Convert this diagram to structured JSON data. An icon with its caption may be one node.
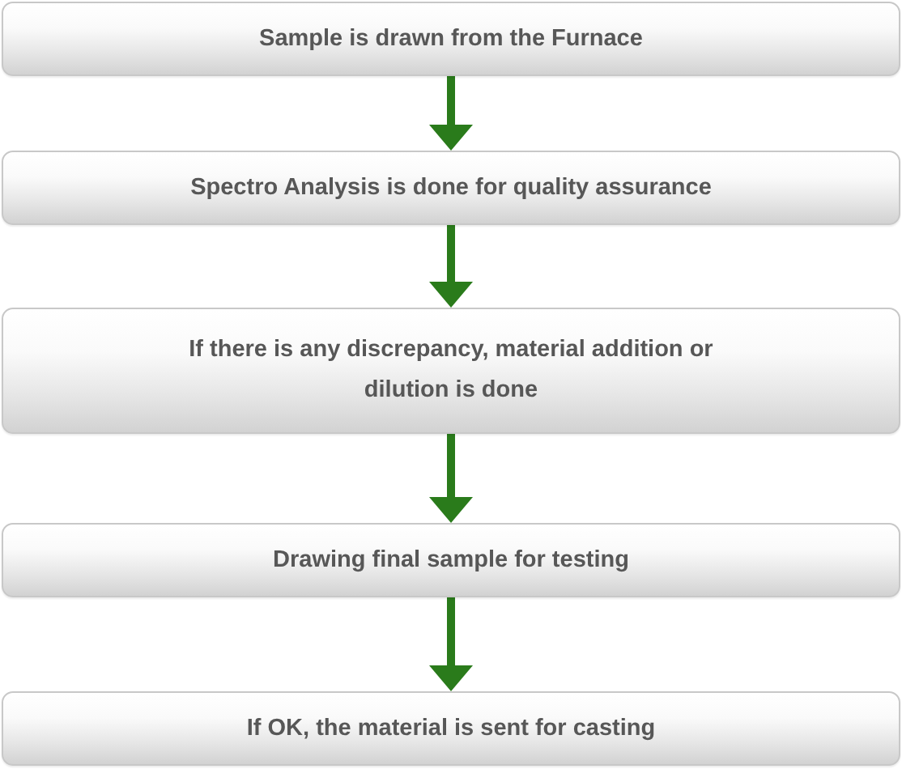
{
  "diagram": {
    "nodes": [
      {
        "text": [
          "Sample is drawn from the Furnace"
        ]
      },
      {
        "text": [
          "Spectro Analysis is done for quality assurance"
        ]
      },
      {
        "text": [
          "If there is any discrepancy, material addition or dilution is done"
        ]
      },
      {
        "text": [
          "Drawing final sample for testing"
        ]
      },
      {
        "text": [
          "If OK, the material is sent for casting"
        ]
      }
    ],
    "edges": [
      {
        "from": 0,
        "to": 1,
        "arrow": "to"
      },
      {
        "from": 1,
        "to": 2,
        "arrow": "to"
      },
      {
        "from": 2,
        "to": 3,
        "arrow": "to"
      },
      {
        "from": 3,
        "to": 4,
        "arrow": "to"
      }
    ]
  }
}
